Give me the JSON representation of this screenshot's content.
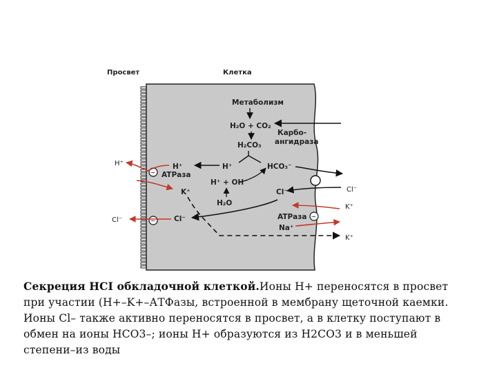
{
  "diagram": {
    "lumen_label": "Просвет",
    "cell_label": "Клетка",
    "metabolism": "Метаболизм",
    "water_co2": "H₂O + CO₂",
    "carbonic_anhydrase_1": "Карбо-",
    "carbonic_anhydrase_2": "ангидраза",
    "h2co3": "H₂CO₃",
    "h_plus_cell": "H⁺",
    "h_plus_mid": "H⁺",
    "hco3": "HCO₃⁻",
    "h_oh": "H⁺ + OH⁻",
    "atpase_left": "ATPаза",
    "k_plus_cell": "K⁺",
    "h2o": "H₂O",
    "cl_cell_right": "Cl⁻",
    "cl_cell_left": "Cl⁻",
    "h_plus_lumen": "H⁺",
    "cl_lumen": "Cl⁻",
    "cl_blood": "Cl⁻",
    "k_plus_blood_1": "K⁺",
    "atpase_right": "ATPаза",
    "na_plus": "Na⁺",
    "k_plus_blood_2": "K⁺"
  },
  "caption": {
    "title": "Секреция HCI обкладочной клеткой.",
    "text": "Ионы H+ переносятся в просвет при участии (H+–K+–АТФазы, встроенной в мембрану щеточной каемки. Ионы Cl– также активно переносятся в просвет, а в клетку поступают в обмен на ионы HCO3–; ионы H+ образуются из H2CO3 и в меньшей степени–из воды"
  },
  "colors": {
    "cell_fill": "#c9c9c9",
    "arrow_red": "#c0392b",
    "ink": "#111111"
  }
}
